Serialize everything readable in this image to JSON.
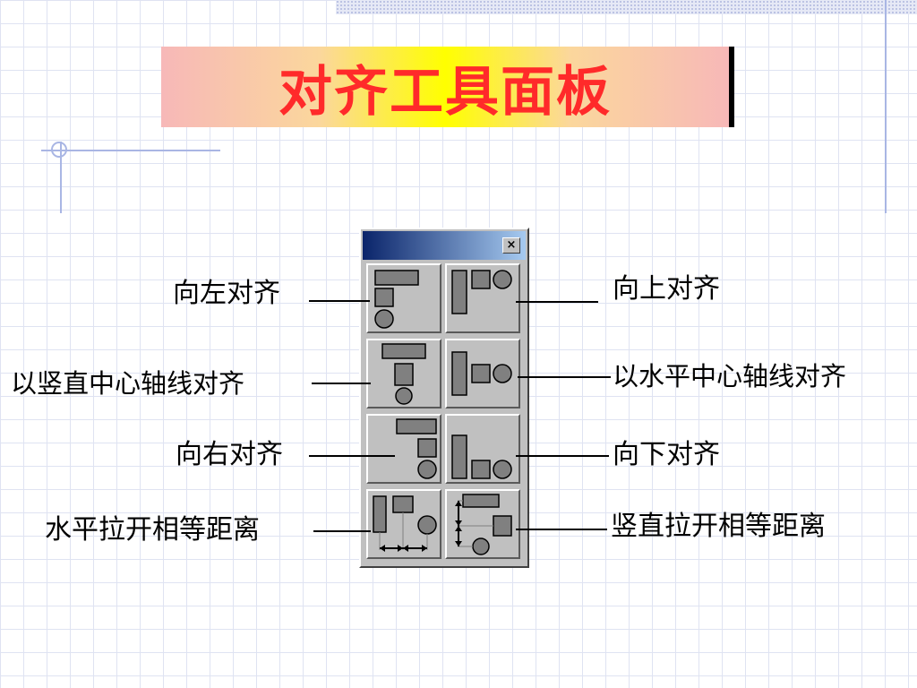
{
  "slide": {
    "title": "对齐工具面板"
  },
  "palette": {
    "close_glyph": "×",
    "tools": [
      {
        "label": "向左对齐",
        "icon": "align-left-icon"
      },
      {
        "label": "向上对齐",
        "icon": "align-top-icon"
      },
      {
        "label": "以竖直中心轴线对齐",
        "icon": "align-vertical-center-icon"
      },
      {
        "label": "以水平中心轴线对齐",
        "icon": "align-horizontal-center-icon"
      },
      {
        "label": "向右对齐",
        "icon": "align-right-icon"
      },
      {
        "label": "向下对齐",
        "icon": "align-bottom-icon"
      },
      {
        "label": "水平拉开相等距离",
        "icon": "distribute-horizontal-icon"
      },
      {
        "label": "竖直拉开相等距离",
        "icon": "distribute-vertical-icon"
      }
    ]
  },
  "colors": {
    "title_text": "#ff2a2a",
    "shape_fill": "#808080",
    "palette_face": "#c0c0c0"
  }
}
